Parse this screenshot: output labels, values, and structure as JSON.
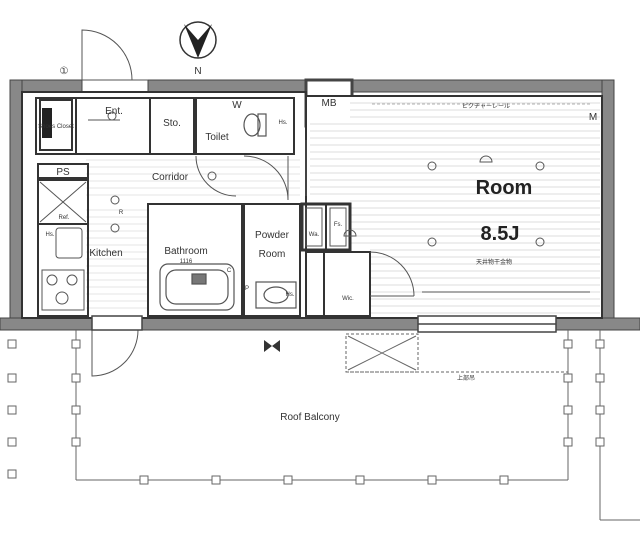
{
  "compass": {
    "label": "N"
  },
  "markers": {
    "one": "①",
    "wc": "W",
    "mb": "MB",
    "ps": "PS",
    "m": "M"
  },
  "rooms": {
    "entrance": "Ent.",
    "storage": "Sto.",
    "toilet": "Toilet",
    "shoes_closet": "Shoes Closet",
    "corridor": "Corridor",
    "kitchen": "Kitchen",
    "refrigerator": "Ref.",
    "bathroom": "Bathroom",
    "bathroom_size": "1116",
    "powder_room_1": "Powder",
    "powder_room_2": "Room",
    "washer": "Wa.",
    "wic": "Wic.",
    "room": "Room",
    "room_size": "8.5J",
    "roof_balcony": "Roof Balcony"
  },
  "small_labels": {
    "picture_rail": "ピクチャーレール",
    "ceiling_storage": "天井物干金物",
    "upper_unit": "上部吊",
    "hs1": "Hs.",
    "hs2": "Hs.",
    "hs3": "Hs.",
    "fs": "Fs.",
    "pm": "P",
    "r": "R",
    "c": "C"
  }
}
